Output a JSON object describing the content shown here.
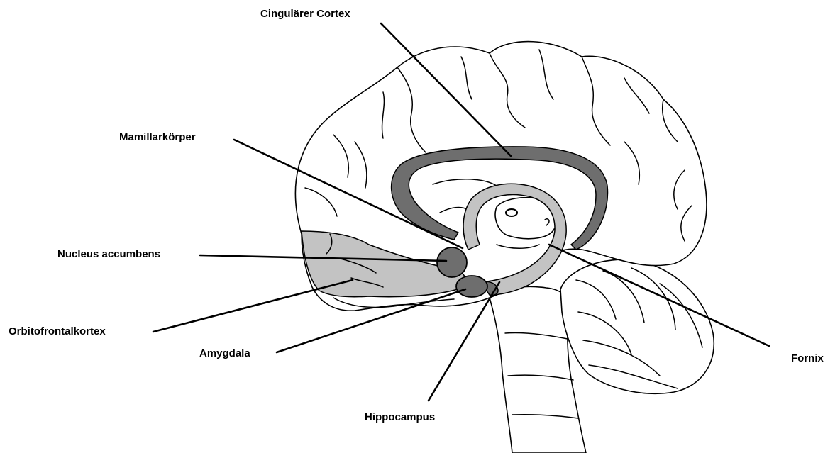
{
  "labels": {
    "cingulate_cortex": "Cingulärer Cortex",
    "mammillary_body": "Mamillarkörper",
    "nucleus_accumbens": "Nucleus accumbens",
    "orbitofrontal_cortex": "Orbitofrontalkortex",
    "amygdala": "Amygdala",
    "hippocampus": "Hippocampus",
    "fornix": "Fornix"
  },
  "colors": {
    "cingulate_cortex": "#6e6e6e",
    "fornix": "#c3c3c3",
    "orbitofrontal_cortex": "#c3c3c3",
    "nucleus_accumbens": "#6e6e6e",
    "amygdala": "#6e6e6e",
    "hippocampus": "#6e6e6e",
    "outline": "#000000",
    "background": "#ffffff"
  }
}
